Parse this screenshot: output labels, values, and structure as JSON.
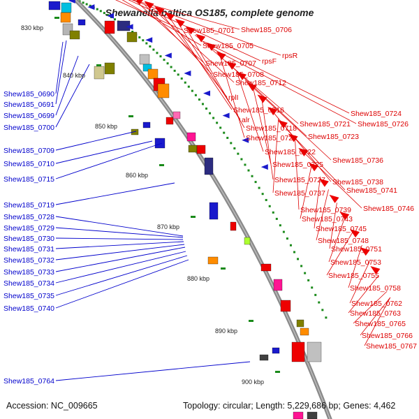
{
  "title": "Shewanella baltica OS185, complete genome",
  "accession": "Accession: NC_009665",
  "topology": "Topology: circular; Length: 5,229,686 bp; Genes: 4,462",
  "colors": {
    "left_label": "#0000cc",
    "right_label": "#dd0000",
    "backbone": "#8a8a8a",
    "tick": "#1a8a1a",
    "reverse_strand": "#1a1acc",
    "forward_strand": "#ee0000"
  },
  "ticks": [
    "830 kbp",
    "840 kbp",
    "850 kbp",
    "860 kbp",
    "870 kbp",
    "880 kbp",
    "890 kbp",
    "900 kbp"
  ],
  "left_labels": [
    "Shew185_0690",
    "Shew185_0691",
    "Shew185_0699",
    "Shew185_0700",
    "Shew185_0709",
    "Shew185_0710",
    "Shew185_0715",
    "Shew185_0719",
    "Shew185_0728",
    "Shew185_0729",
    "Shew185_0730",
    "Shew185_0731",
    "Shew185_0732",
    "Shew185_0733",
    "Shew185_0734",
    "Shew185_0735",
    "Shew185_0740",
    "Shew185_0764"
  ],
  "right_labels": [
    "Shew185_0701",
    "Shew185_0706",
    "Shew185_0705",
    "rpsF",
    "rpsR",
    "Shew185_0707",
    "Shew185_0708",
    "Shew185_0712",
    "rplI",
    "Shew185_0716",
    "alr",
    "Shew185_0718",
    "Shew185_0721",
    "Shew185_0724",
    "Shew185_0726",
    "Shew185_0720",
    "Shew185_0723",
    "Shew185_0722",
    "Shew185_0736",
    "Shew185_0725",
    "Shew185_0727",
    "Shew185_0738",
    "Shew185_0737",
    "Shew185_0741",
    "Shew185_0739",
    "Shew185_0746",
    "Shew185_0743",
    "Shew185_0745",
    "Shew185_0748",
    "Shew185_0751",
    "Shew185_0753",
    "Shew185_0755",
    "Shew185_0758",
    "Shew185_0762",
    "Shew185_0763",
    "Shew185_0765",
    "Shew185_0766",
    "Shew185_0767"
  ]
}
